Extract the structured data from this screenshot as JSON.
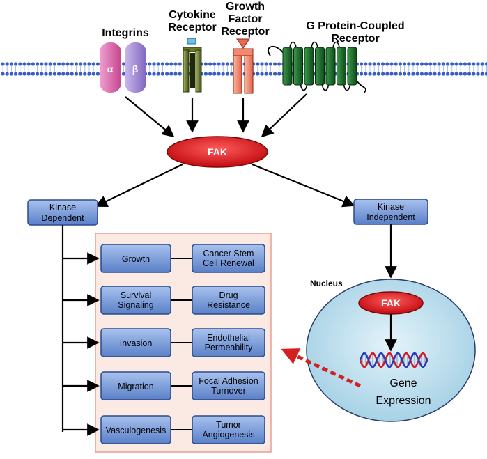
{
  "receptors": {
    "integrins": {
      "title": "Integrins",
      "alpha": "α",
      "beta": "β"
    },
    "cytokine": {
      "title_line1": "Cytokine",
      "title_line2": "Receptor"
    },
    "growth_factor": {
      "title_line1": "Growth",
      "title_line2": "Factor",
      "title_line3": "Receptor"
    },
    "gpcr": {
      "title_line1": "G Protein-Coupled",
      "title_line2": "Receptor"
    }
  },
  "fak_main": "FAK",
  "kinase_dependent": {
    "line1": "Kinase",
    "line2": "Dependent"
  },
  "kinase_independent": {
    "line1": "Kinase",
    "line2": "Independent"
  },
  "outcomes": [
    {
      "left": [
        "Growth"
      ],
      "right": [
        "Cancer Stem",
        "Cell Renewal"
      ]
    },
    {
      "left": [
        "Survival",
        "Signaling"
      ],
      "right": [
        "Drug",
        "Resistance"
      ]
    },
    {
      "left": [
        "Invasion"
      ],
      "right": [
        "Endothelial",
        "Permeability"
      ]
    },
    {
      "left": [
        "Migration"
      ],
      "right": [
        "Focal Adhesion",
        "Turnover"
      ]
    },
    {
      "left": [
        "Vasculogenesis"
      ],
      "right": [
        "Tumor",
        "Angiogenesis"
      ]
    }
  ],
  "nucleus": {
    "label": "Nucleus",
    "fak": "FAK",
    "gene_line1": "Gene",
    "gene_line2": "Expression"
  },
  "colors": {
    "membrane": "#3a5fc4",
    "fak_fill": "#e0141a",
    "box_fill": "#6f93d4",
    "panel_border": "#e8a090",
    "panel_fill": "#fbe9e3",
    "nucleus_fill": "#c6e4f2",
    "dashed_arrow": "#d42020"
  }
}
